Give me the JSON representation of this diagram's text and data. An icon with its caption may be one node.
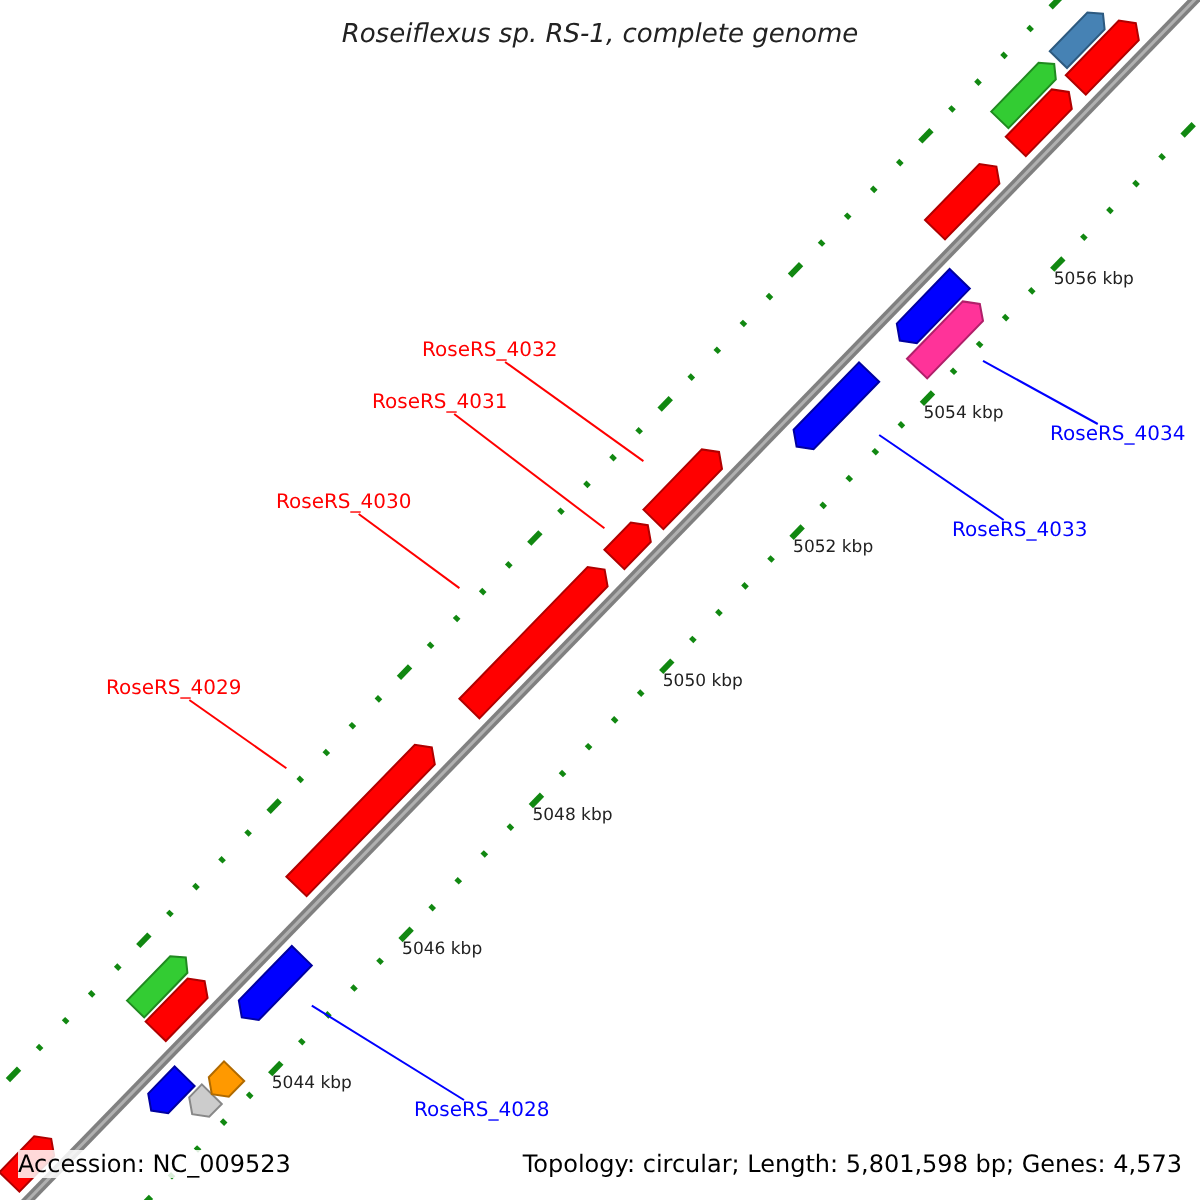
{
  "diagram": {
    "title": "Roseiflexus sp. RS-1, complete genome",
    "nodes": [
      {
        "text": [
          "RoseRS_4032"
        ]
      },
      {
        "text": [
          "RoseRS_4031"
        ]
      },
      {
        "text": [
          "RoseRS_4034"
        ]
      },
      {
        "text": [
          "RoseRS_4030"
        ]
      },
      {
        "text": [
          "RoseRS_4033"
        ]
      },
      {
        "text": [
          "RoseRS_4029"
        ]
      },
      {
        "text": [
          "RoseRS_4028"
        ]
      },
      {
        "text": [],
        "shape": "bar"
      },
      {
        "text": [],
        "shape": "bar"
      },
      {
        "text": [],
        "shape": "bar"
      },
      {
        "text": [],
        "shape": "bar"
      },
      {
        "text": [],
        "shape": "bar"
      },
      {
        "text": [],
        "shape": "bar"
      },
      {
        "text": [],
        "shape": "bar"
      },
      {
        "text": [],
        "shape": "bar"
      },
      {
        "text": [],
        "shape": "bar"
      },
      {
        "text": [],
        "shape": "bar"
      },
      {
        "text": [],
        "shape": "bar"
      },
      {
        "text": [],
        "shape": "bar"
      },
      {
        "text": [],
        "shape": "bar"
      },
      {
        "text": [],
        "shape": "bar"
      },
      {
        "text": [],
        "shape": "bar"
      },
      {
        "text": [],
        "shape": "bar"
      },
      {
        "text": [],
        "shape": "bar"
      },
      {
        "text": [],
        "shape": "bar"
      },
      {
        "text": [],
        "shape": "bar"
      }
    ],
    "edges": [
      {
        "from": 0,
        "to": 15,
        "arrow": "none"
      },
      {
        "from": 1,
        "to": 16,
        "arrow": "none"
      },
      {
        "from": 2,
        "to": 13,
        "arrow": "none",
        "color": "#0000ff"
      },
      {
        "from": 3,
        "to": 17,
        "arrow": "none"
      },
      {
        "from": 4,
        "to": 14,
        "arrow": "none",
        "color": "#0000ff"
      },
      {
        "from": 5,
        "to": 18,
        "arrow": "none"
      },
      {
        "from": 6,
        "to": 21,
        "arrow": "none",
        "color": "#0000ff"
      }
    ],
    "labels": [
      "5056 kbp",
      "5054 kbp",
      "5052 kbp",
      "5050 kbp",
      "5048 kbp",
      "5046 kbp",
      "5044 kbp",
      "Accession: NC_009523",
      "Topology: circular; Length: 5,801,598 bp; Genes: 4,573"
    ]
  }
}
